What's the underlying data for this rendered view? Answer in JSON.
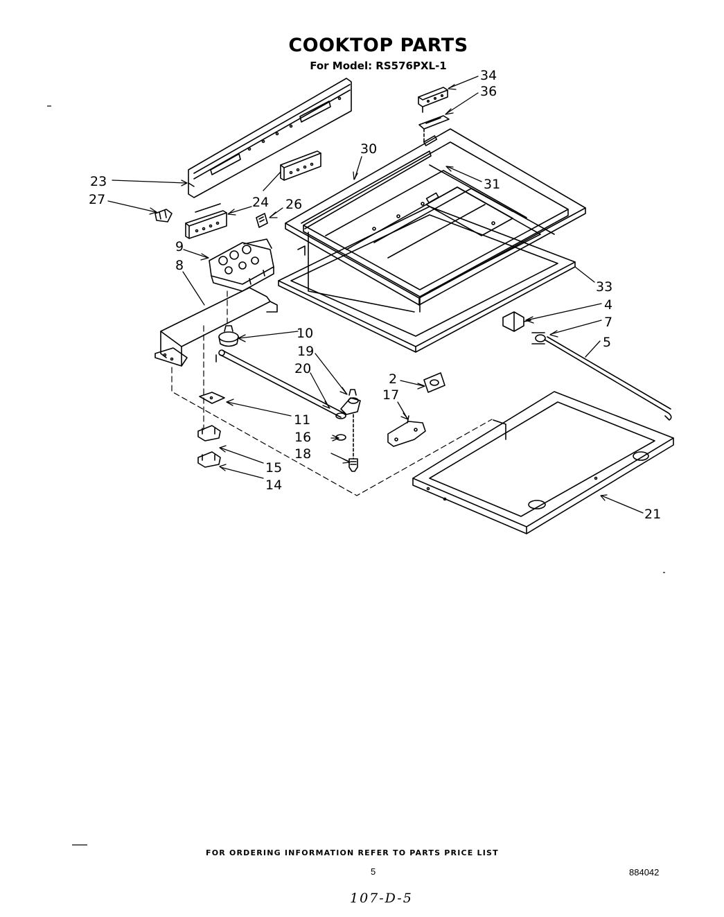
{
  "header": {
    "title": "COOKTOP PARTS",
    "subtitle": "For Model: RS576PXL-1"
  },
  "callouts": {
    "c34": "34",
    "c36": "36",
    "c30": "30",
    "c31": "31",
    "c23": "23",
    "c27": "27",
    "c24": "24",
    "c26": "26",
    "c9": "9",
    "c8": "8",
    "c33": "33",
    "c4": "4",
    "c7": "7",
    "c5": "5",
    "c10": "10",
    "c19": "19",
    "c20": "20",
    "c2": "2",
    "c17": "17",
    "c11": "11",
    "c16": "16",
    "c18": "18",
    "c15": "15",
    "c14": "14",
    "c21": "21"
  },
  "footer": {
    "ordering_note": "FOR ORDERING INFORMATION REFER TO PARTS PRICE LIST",
    "page_number": "5",
    "document_number": "884042",
    "handwritten_ref": "107-D-5"
  }
}
